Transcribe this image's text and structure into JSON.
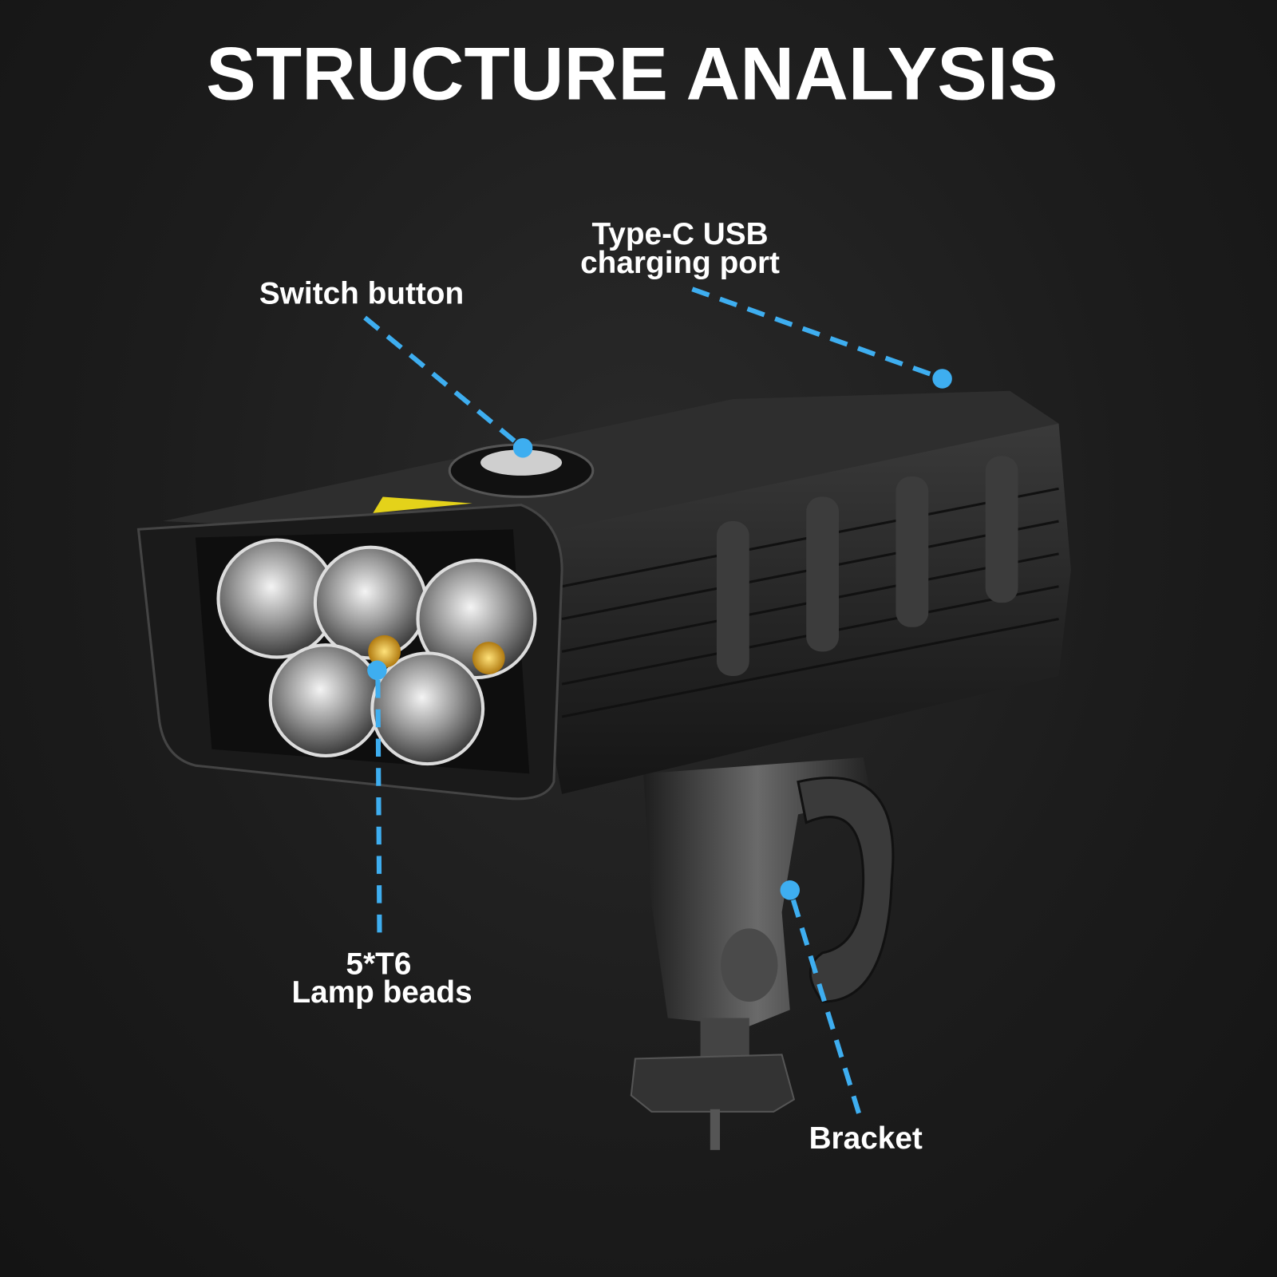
{
  "title": "STRUCTURE ANALYSIS",
  "callouts": {
    "switch": {
      "label": "Switch button"
    },
    "usb": {
      "line1": "Type-C USB",
      "line2": "charging port"
    },
    "lamp": {
      "line1": "5*T6",
      "line2": "Lamp beads"
    },
    "bracket": {
      "label": "Bracket"
    }
  },
  "colors": {
    "accent": "#3eaef0",
    "background": "#1c1c1c",
    "text": "#ffffff"
  }
}
